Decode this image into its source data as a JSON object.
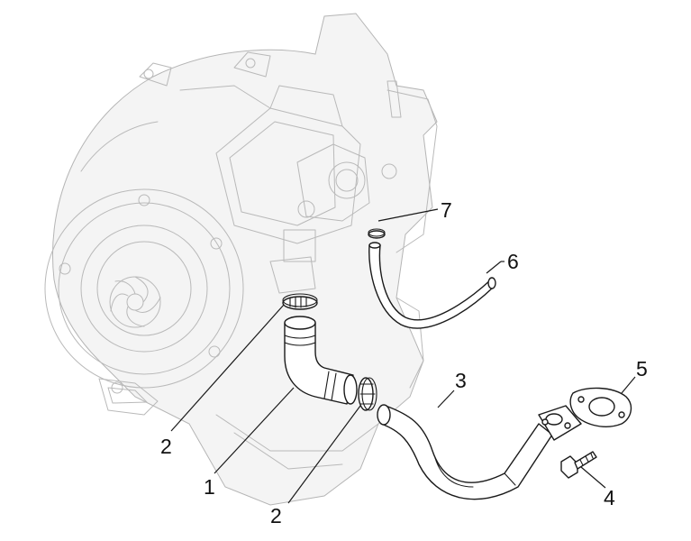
{
  "callouts": [
    {
      "id": "label-1",
      "text": "1"
    },
    {
      "id": "label-2a",
      "text": "2"
    },
    {
      "id": "label-2b",
      "text": "2"
    },
    {
      "id": "label-3",
      "text": "3"
    },
    {
      "id": "label-4",
      "text": "4"
    },
    {
      "id": "label-5",
      "text": "5"
    },
    {
      "id": "label-6",
      "text": "6"
    },
    {
      "id": "label-7",
      "text": "7"
    }
  ]
}
